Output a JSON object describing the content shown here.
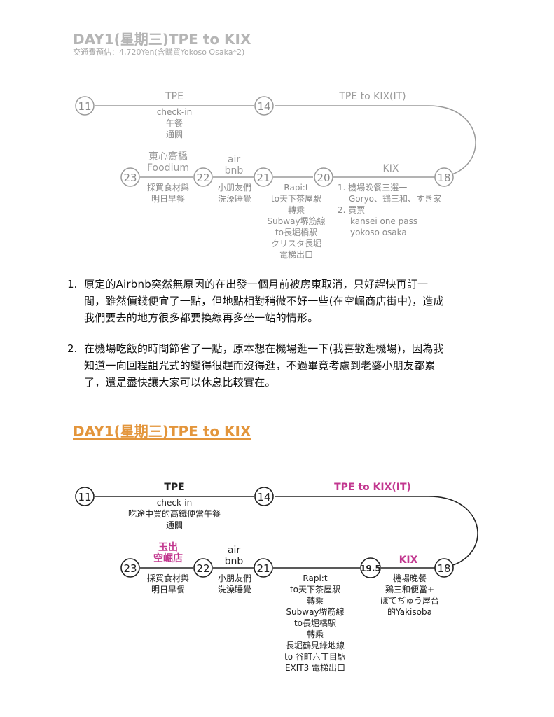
{
  "top": {
    "title": "DAY1(星期三)TPE to KIX",
    "subtitle": "交通費預估：4,720Yen(含購買Yokoso Osaka*2)",
    "nodes": [
      "11",
      "14",
      "18",
      "20",
      "21",
      "22",
      "23"
    ],
    "seg_tpe": {
      "head": "TPE",
      "lines": [
        "check-in",
        "午餐",
        "通關"
      ]
    },
    "seg_flight": {
      "head": "TPE to KIX(IT)"
    },
    "seg_kix": {
      "head": "KIX",
      "lines": [
        "1. 機場晚餐三選一",
        "Goryo、鶏三和、すき家",
        "2. 買票",
        "kansei one pass",
        "yokoso osaka"
      ]
    },
    "seg_rapit": {
      "lines": [
        "Rapi:t",
        "to天下茶屋駅",
        "轉乘",
        "Subway堺筋線",
        "to長堀橋駅",
        "クリスタ長堀",
        "電梯出口"
      ]
    },
    "seg_airbnb": {
      "head": "air",
      "head2": "bnb",
      "lines": [
        "小朋友們",
        "洗澡睡覺"
      ]
    },
    "seg_foodium": {
      "head": "東心齋橋",
      "head2": "Foodium",
      "lines": [
        "採買食材與",
        "明日早餐"
      ]
    }
  },
  "notes": [
    {
      "num": "1.",
      "lines": [
        "原定的Airbnb突然無原因的在出發一個月前被房東取消，只好趕快再訂一",
        "間，雖然價錢便宜了一點，但地點相對稍微不好一些(在空崛商店街中)，造成",
        "我們要去的地方很多都要換線再多坐一站的情形。"
      ]
    },
    {
      "num": "2.",
      "lines": [
        "在機場吃飯的時間節省了一點，原本想在機場逛一下(我喜歡逛機場)，因為我",
        "知道一向回程詛咒式的變得很趕而沒得逛，不過畢竟考慮到老婆小朋友都累",
        "了，還是盡快讓大家可以休息比較實在。"
      ]
    }
  ],
  "bottom": {
    "title": "DAY1(星期三)TPE to KIX",
    "nodes": [
      "11",
      "14",
      "18",
      "19.5",
      "21",
      "22",
      "23"
    ],
    "seg_tpe": {
      "head": "TPE",
      "lines": [
        "check-in",
        "吃途中買的高鐵便當午餐",
        "通關"
      ]
    },
    "seg_flight": {
      "head": "TPE to KIX(IT)"
    },
    "seg_kix": {
      "head": "KIX",
      "lines": [
        "機場晚餐",
        "鶏三和便當+",
        "ぼてぢゅう屋台",
        "的Yakisoba"
      ]
    },
    "seg_rapit": {
      "lines": [
        "Rapi:t",
        "to天下茶屋駅",
        "轉乘",
        "Subway堺筋線",
        "to長堀橋駅",
        "轉乘",
        "長堀鶴見綠地線",
        "to 谷町六丁目駅",
        "EXIT3  電梯出口"
      ]
    },
    "seg_airbnb": {
      "head": "air",
      "head2": "bnb",
      "lines": [
        "小朋友們",
        "洗澡睡覺"
      ]
    },
    "seg_store": {
      "head": "玉出",
      "head2": "空崛店",
      "lines": [
        "採買食材與",
        "明日早餐"
      ]
    }
  },
  "colors": {
    "gray": "#b5b5b5",
    "orange": "#e3953b",
    "magenta": "#c2378f",
    "line_top": "#9a9a9a",
    "line_bottom": "#222222"
  }
}
